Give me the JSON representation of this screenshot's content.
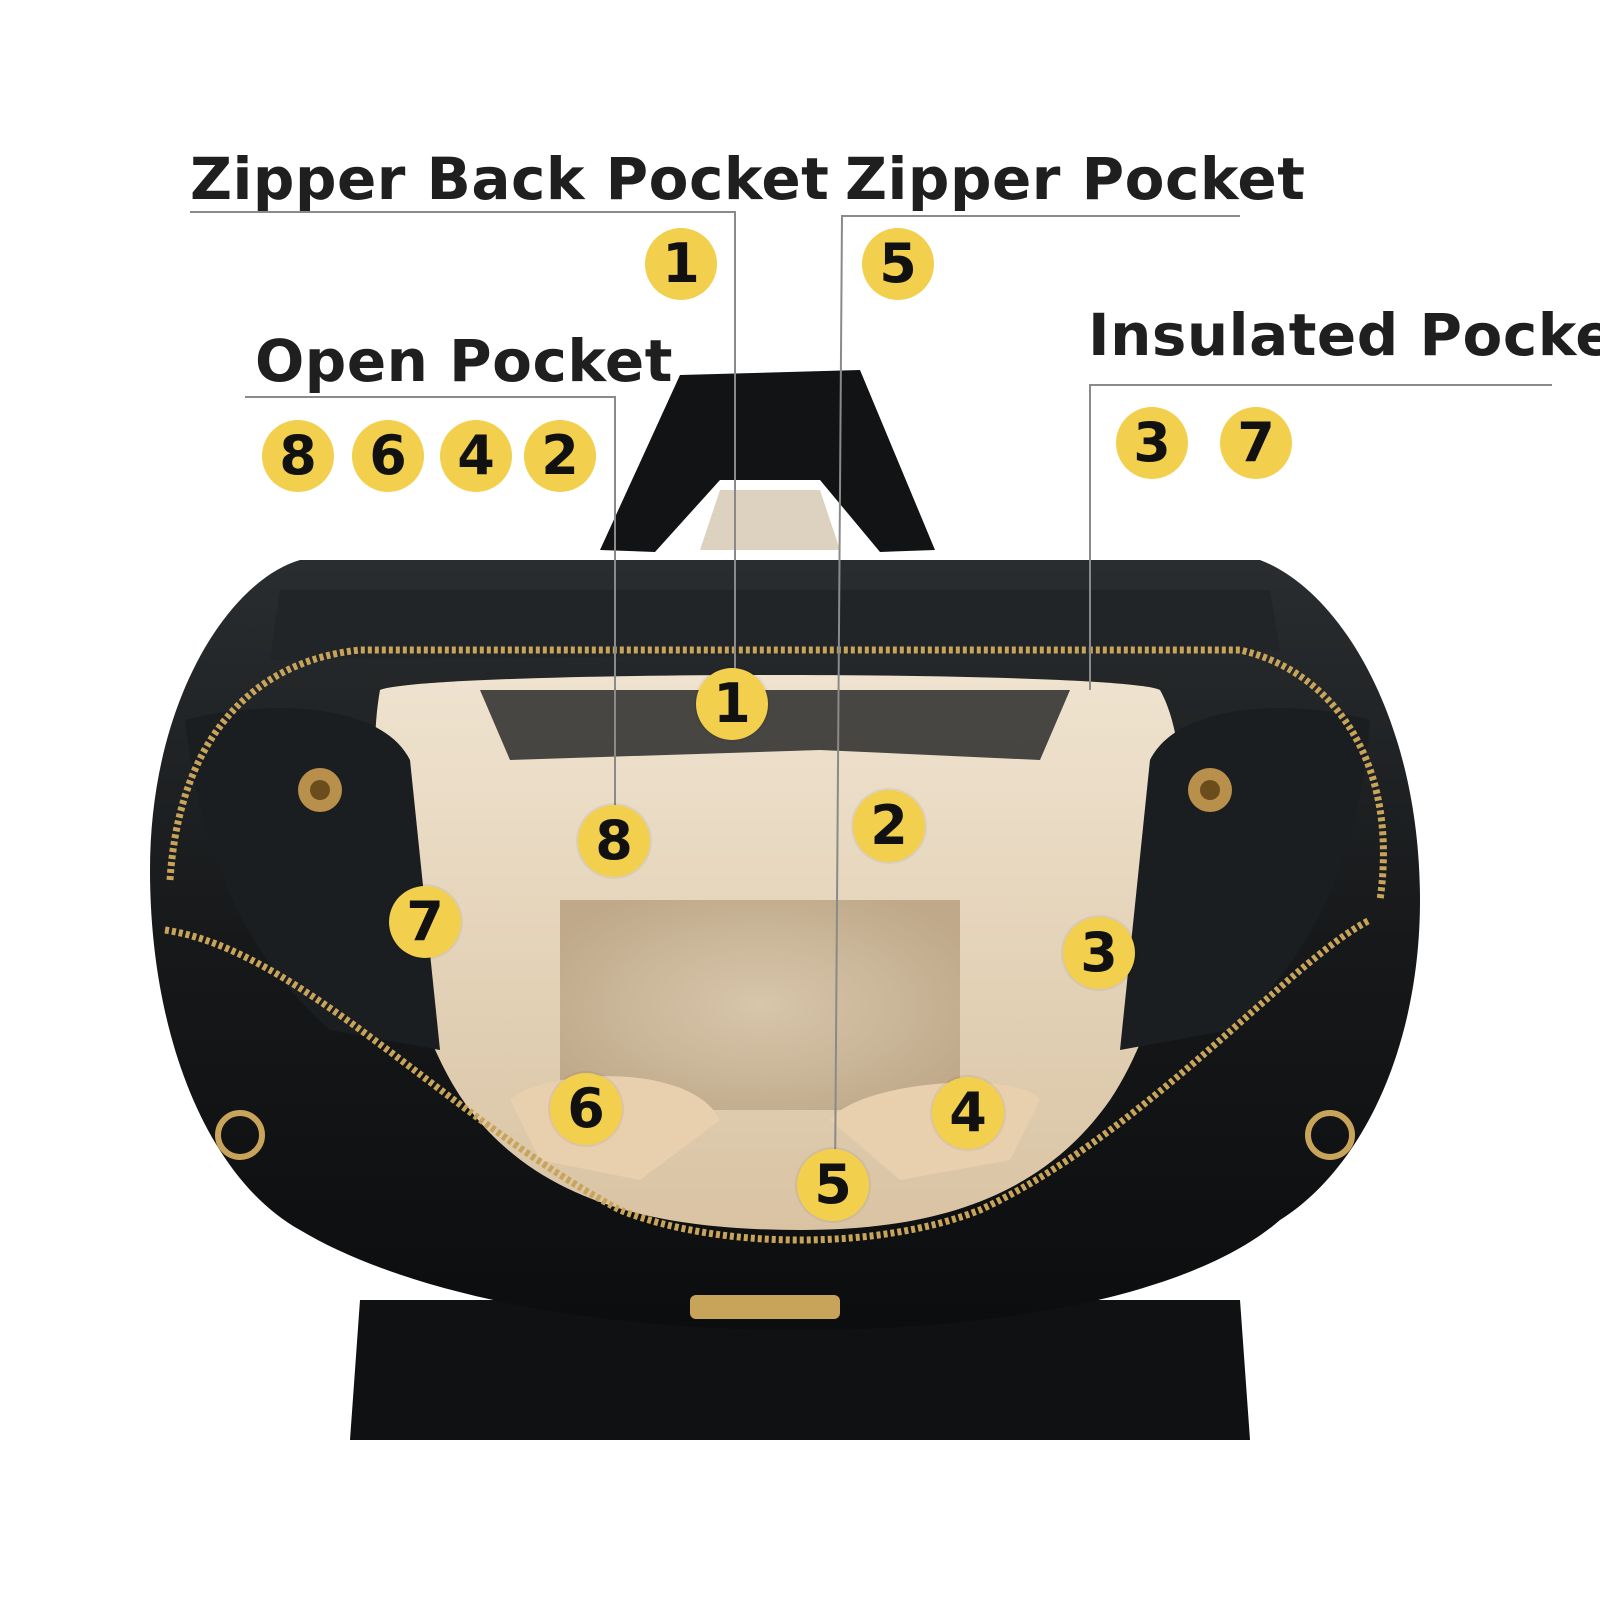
{
  "labels": {
    "zipper_back_pocket": "Zipper Back Pocket",
    "zipper_pocket": "Zipper Pocket",
    "open_pocket": "Open Pocket",
    "insulated_pocket": "Insulated Pocket"
  },
  "legend_badges": {
    "zipper_back_pocket": [
      "1"
    ],
    "zipper_pocket": [
      "5"
    ],
    "open_pocket": [
      "8",
      "6",
      "4",
      "2"
    ],
    "insulated_pocket": [
      "3",
      "7"
    ]
  },
  "pocket_markers": [
    "1",
    "2",
    "3",
    "4",
    "5",
    "6",
    "7",
    "8"
  ],
  "colors": {
    "badge": "#f2cf4c",
    "leather": "#151718",
    "lining": "#eadbc4",
    "zipper": "#c8a45a",
    "leader_line": "#8a8a8a"
  }
}
